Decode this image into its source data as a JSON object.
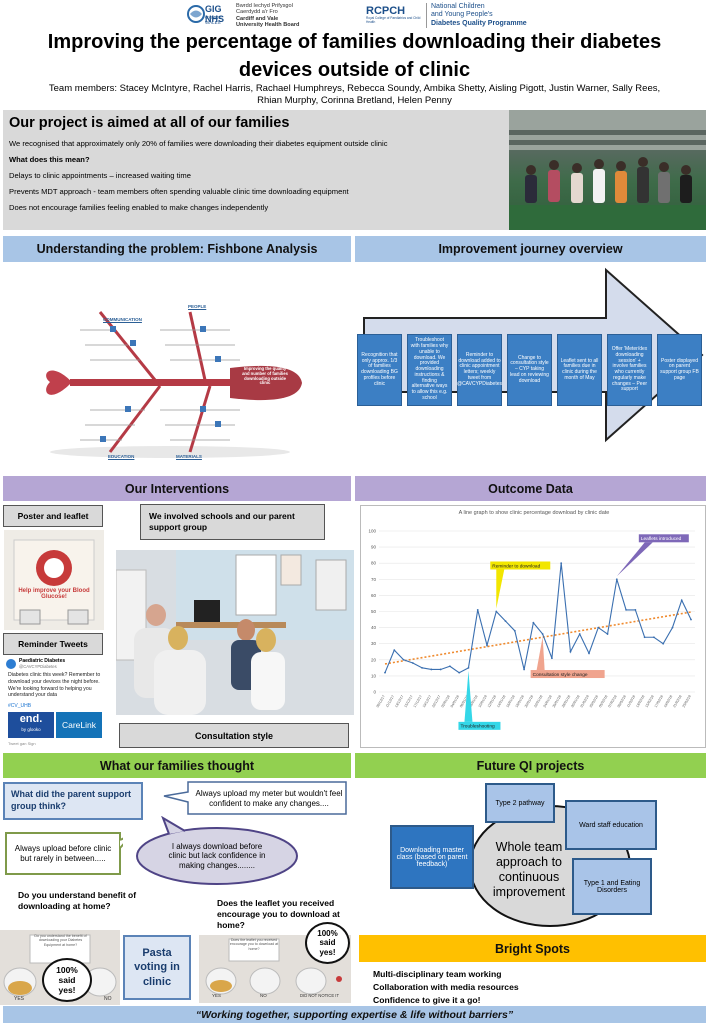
{
  "header": {
    "logo_left_name": "GIG NHS",
    "logo_left_sub": "CYMRU WALES",
    "org_left": [
      "Bwrdd Iechyd Prifysgol",
      "Caerdydd a'r Fro",
      "Cardiff and Vale",
      "University Health Board"
    ],
    "logo_right": "RCPCH",
    "logo_right_sub": "Royal College of Paediatrics and Child Health",
    "org_right": [
      "National Children",
      "and Young People's",
      "Diabetes Quality Programme"
    ],
    "title_line1": "Improving the percentage of families downloading their diabetes",
    "title_line2": "devices outside of clinic",
    "team_line1": "Team members: Stacey McIntyre, Rachel Harris, Rachael Humphreys, Rebecca Soundy, Ambika Shetty, Aisling Pigott, Justin Warner, Sally Rees,",
    "team_line2": "Rhian Murphy, Corinna Bretland, Helen Penny"
  },
  "aim": {
    "heading": "Our project is aimed at all of our families",
    "line1": "We recognised that approximately only 20% of families were downloading their diabetes equipment outside clinic",
    "question": "What does this mean?",
    "point1": "Delays to clinic appointments – increased waiting time",
    "point2": "Prevents MDT approach - team members often spending valuable clinic time downloading equipment",
    "point3": "Does not encourage families feeling enabled to make changes independently"
  },
  "sections": {
    "fishbone": "Understanding the problem: Fishbone Analysis",
    "journey": "Improvement journey overview",
    "interventions": "Our Interventions",
    "outcome": "Outcome Data",
    "families": "What our families thought",
    "future": "Future QI projects",
    "bright": "Bright Spots"
  },
  "fishbone": {
    "cat_top1": "COMMUNICATION",
    "cat_top2": "PEOPLE",
    "cat_bottom1": "EDUCATION",
    "cat_bottom2": "MATERIALS",
    "head": "Improving the quality and number of families downloading outside clinic"
  },
  "journey_steps": [
    "Recognition that only approx. 1/3 of families downloading BG profiles before clinic",
    "Troubleshoot with families why unable to download. We provided downloading instructions & finding alternative ways to allow this e.g. school",
    "Reminder to download added to clinic appointment letters; weekly tweet from @CAVCYPDiabetes",
    "Change to consultation style – CYP taking lead on reviewing download",
    "Leaflet sent to all families due in clinic during the month of May",
    "Offer 'Meter/dex downloading session' + involve families who currently regularly make changes – Peer support",
    "Poster displayed on parent support group FB page"
  ],
  "interventions": {
    "poster_label": "Poster and leaflet",
    "schools_label": "We involved schools and our parent support group",
    "tweets_label": "Reminder Tweets",
    "consult_label": "Consultation style",
    "leaflet_text": "Help improve your Blood Glucose!",
    "tweet_account": "Paediatric Diabetes",
    "tweet_handle": "@CAVCYPDiabetes",
    "tweet_body": "Diabetes clinic this week? Remember to download your devices the night before. We're looking forward to helping you understand your data",
    "tweet_link": "#CV_UHB",
    "tweet_translate": "Tweet gan Sign",
    "brand1": "end.",
    "brand1_sub": "by glooko",
    "brand2": "CareLink"
  },
  "chart_data": {
    "type": "line",
    "title": "A line graph to show clinic percentage download by clinic date",
    "ylim": [
      0,
      100
    ],
    "yticks": [
      0,
      10,
      20,
      30,
      40,
      50,
      60,
      70,
      80,
      90,
      100
    ],
    "values": [
      12,
      26,
      20,
      18,
      15,
      14,
      14,
      16,
      12,
      15,
      51,
      29,
      50,
      44,
      38,
      14,
      43,
      36,
      21,
      80,
      25,
      36,
      24,
      40,
      36,
      70,
      51,
      51,
      34,
      34,
      30,
      40,
      57,
      45
    ],
    "x_labels": [
      "09/12/17",
      "11/12/17",
      "13/12/17",
      "15/12/17",
      "17/12/17",
      "19/12/17",
      "22/12/17",
      "02/01/18",
      "04/01/18",
      "06/01/18",
      "08/01/18",
      "10/01/18",
      "12/01/18",
      "14/01/18",
      "16/01/18",
      "18/01/18",
      "20/01/18",
      "22/01/18",
      "24/01/18",
      "26/01/18",
      "28/01/18",
      "30/01/18",
      "01/02/18",
      "03/02/18",
      "05/02/18",
      "07/02/18",
      "09/02/18",
      "11/02/18",
      "13/02/18",
      "15/02/18",
      "17/02/18",
      "19/02/18",
      "21/02/18",
      "23/02/18"
    ],
    "series_color": "#3a6fb0",
    "trend_color": "#ef8a2e",
    "annotations": [
      {
        "text": "Reminder to download",
        "color": "#f2e600"
      },
      {
        "text": "Leaflets introduced",
        "color": "#7e68b8"
      },
      {
        "text": "Troubleshooting",
        "color": "#34d7e8"
      },
      {
        "text": "Consultation style change",
        "color": "#f0a48e"
      }
    ]
  },
  "families": {
    "question": "What did the parent support group think?",
    "quote1": "Always upload my meter but wouldn't feel confident to make any changes....",
    "quote2": "Always upload before clinic but rarely in between.....",
    "quote3": "I always download before clinic but lack confidence in making changes........",
    "q_understand": "Do you understand benefit of downloading at home?",
    "q_leaflet": "Does the leaflet you received encourage you to download at home?",
    "pasta": "Pasta voting in clinic",
    "said1": "100% said yes!",
    "said2": "100% said yes!",
    "jar_yes": "YES",
    "jar_no": "NO",
    "jar_ns": "DID NOT NOTICE IT",
    "card1": "Do you understand the benefit of downloading your Diabetes Equipment at home?",
    "card2": "Does the leaflet you received encourage you to download at home?"
  },
  "future": {
    "center": "Whole team approach to continuous improvement",
    "item1": "Type 2 pathway",
    "item2": "Ward staff education",
    "item3": "Downloading master class (based on parent feedback)",
    "item4": "Type 1 and Eating Disorders"
  },
  "bright_spots": [
    "Multi-disciplinary team working",
    "Collaboration with media resources",
    "Confidence to give it a go!"
  ],
  "footer": "“Working together, supporting expertise & life without barriers”"
}
